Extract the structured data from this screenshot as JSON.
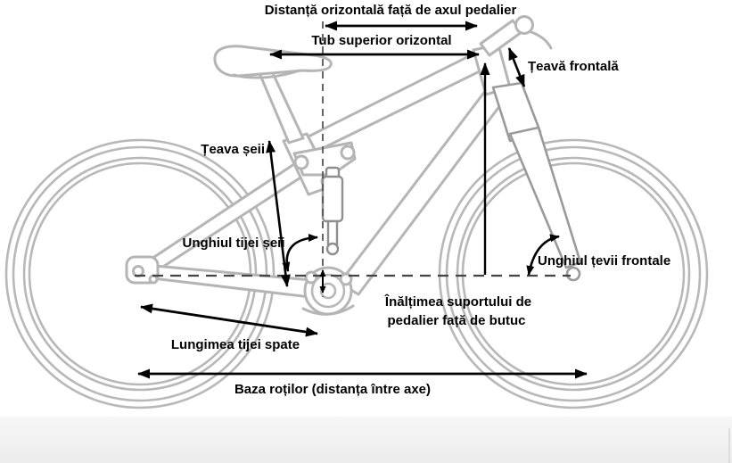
{
  "figure": {
    "title": "bicycle geometry diagram",
    "background": "#ffffff",
    "colors": {
      "annotation": "#000000",
      "frame": "#b5b5b5",
      "fork": "#9a9a9a",
      "dashed_line": "#4a4a4a",
      "ground": "#f1f1f1"
    },
    "labels": {
      "horizontal_distance": "Distanță orizontală față de axul pedalier",
      "top_tube": "Tub superior orizontal",
      "head_tube": "Țeavă frontală",
      "seat_tube": "Țeava șeii",
      "seat_tube_angle": "Unghiul tijei șeii",
      "head_tube_angle": "Unghiul țevii frontale",
      "bb_drop_line1": "Înălțimea suportului de",
      "bb_drop_line2": "pedalier față de butuc",
      "chainstay": "Lungimea tijei spate",
      "wheelbase": "Baza roților (distanța între axe)"
    }
  }
}
